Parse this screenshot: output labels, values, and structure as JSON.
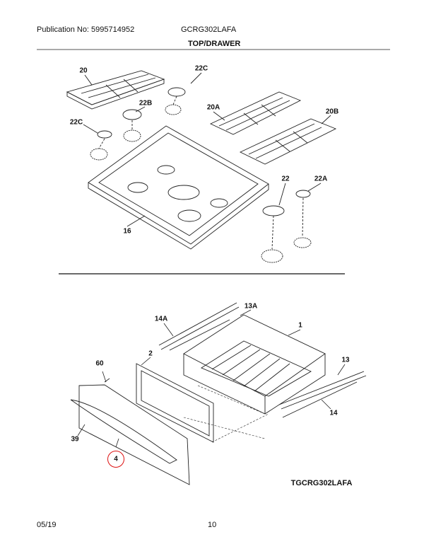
{
  "header": {
    "publication": "Publication No: 5995714952",
    "model": "GCRG302LAFA",
    "section_title": "TOP/DRAWER"
  },
  "top_diagram": {
    "callouts": [
      "20",
      "22C",
      "22B",
      "20A",
      "20B",
      "22C",
      "22",
      "22A",
      "16"
    ]
  },
  "drawer_diagram": {
    "callouts": [
      "14A",
      "13A",
      "1",
      "2",
      "60",
      "13",
      "14",
      "39",
      "4"
    ],
    "highlighted_callout": "4",
    "highlight_color": "#dd1111",
    "diagram_id": "TGCRG302LAFA"
  },
  "footer": {
    "date": "05/19",
    "page": "10"
  }
}
